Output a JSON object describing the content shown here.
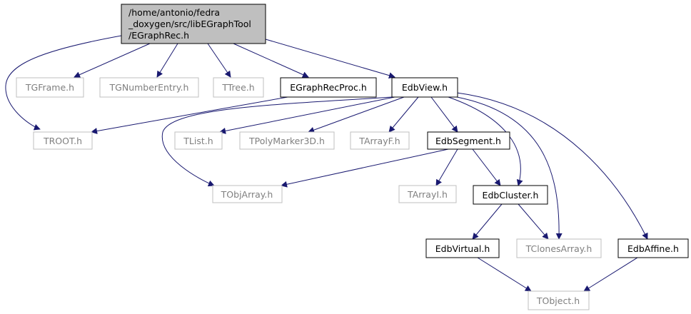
{
  "colors": {
    "edge": "#191970",
    "node_border_known": "#000000",
    "node_border_external": "#bfbfbf",
    "text_known": "#000000",
    "text_external": "#7f7f7f",
    "root_fill": "#bfbfbf"
  },
  "nodes": {
    "root": {
      "lines": [
        "/home/antonio/fedra",
        "_doxygen/src/libEGraphTool",
        "/EGraphRec.h"
      ]
    },
    "tgframe": {
      "label": "TGFrame.h"
    },
    "tgnumberentry": {
      "label": "TGNumberEntry.h"
    },
    "ttree": {
      "label": "TTree.h"
    },
    "egraphrecproc": {
      "label": "EGraphRecProc.h"
    },
    "edbview": {
      "label": "EdbView.h"
    },
    "troot": {
      "label": "TROOT.h"
    },
    "tlist": {
      "label": "TList.h"
    },
    "tpolymarker3d": {
      "label": "TPolyMarker3D.h"
    },
    "tarrayf": {
      "label": "TArrayF.h"
    },
    "edbsegment": {
      "label": "EdbSegment.h"
    },
    "tobjarray": {
      "label": "TObjArray.h"
    },
    "tarrayi": {
      "label": "TArrayI.h"
    },
    "edbcluster": {
      "label": "EdbCluster.h"
    },
    "edbvirtual": {
      "label": "EdbVirtual.h"
    },
    "tclonesarray": {
      "label": "TClonesArray.h"
    },
    "edbaffine": {
      "label": "EdbAffine.h"
    },
    "tobject": {
      "label": "TObject.h"
    }
  }
}
